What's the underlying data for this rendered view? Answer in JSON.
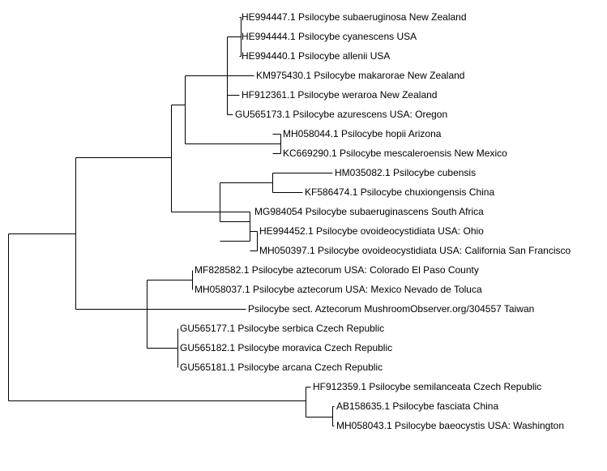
{
  "tree": {
    "line_color": "#000000",
    "leaves": [
      "HE994447.1 Psilocybe subaeruginosa New Zealand",
      "HE994444.1 Psilocybe cyanescens USA",
      "HE994440.1 Psilocybe allenii USA",
      "KM975430.1 Psilocybe makarorae New Zealand",
      "HF912361.1 Psilocybe weraroa New Zealand",
      "GU565173.1 Psilocybe azurescens USA: Oregon",
      "MH058044.1 Psilocybe hopii Arizona",
      "KC669290.1 Psilocybe mescaleroensis New Mexico",
      "HM035082.1 Psilocybe cubensis",
      "KF586474.1 Psilocybe chuxiongensis China",
      "MG984054 Psilocybe subaeruginascens South Africa",
      "HE994452.1 Psilocybe ovoideocystidiata USA: Ohio",
      "MH050397.1 Psilocybe ovoideocystidiata USA: California San Francisco",
      "MF828582.1 Psilocybe aztecorum USA: Colorado El Paso County",
      "MH058037.1 Psilocybe aztecorum USA: Mexico Nevado de Toluca",
      "Psilocybe sect. Aztecorum MushroomObserver.org/304557 Taiwan",
      "GU565177.1 Psilocybe serbica Czech Republic",
      "GU565182.1 Psilocybe moravica Czech Republic",
      "GU565181.1 Psilocybe arcana Czech Republic",
      "HF912359.1 Psilocybe semilanceata Czech Republic",
      "AB158635.1 Psilocybe fasciata China",
      "MH058043.1 Psilocybe baeocystis USA: Washington"
    ]
  }
}
